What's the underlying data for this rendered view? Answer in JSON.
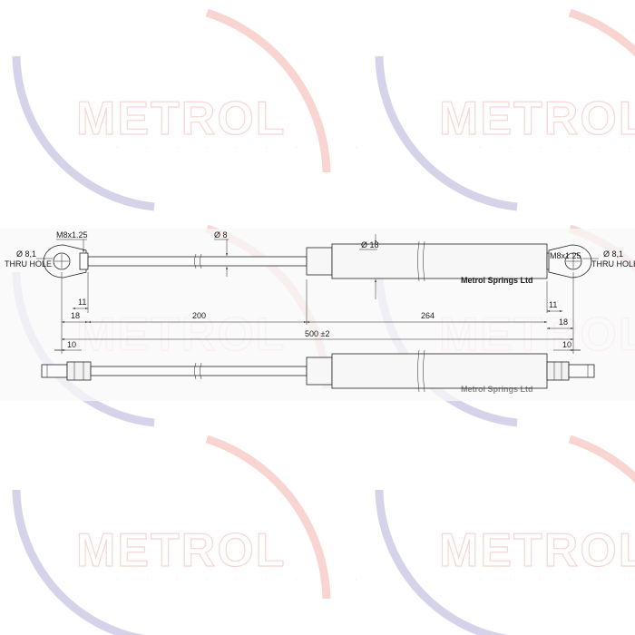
{
  "watermark": {
    "brand": "METROL",
    "arc_colors": {
      "blue": "#b9b6da",
      "red": "#f3b2ac"
    }
  },
  "drawing": {
    "band_color": "#f8f8f8",
    "left_end": {
      "hole_label": "Ø 8,1",
      "hole_note": "THRU HOLE",
      "thread": "M8x1.25"
    },
    "right_end": {
      "hole_label": "Ø 8,1",
      "hole_note": "THRU HOLE",
      "thread": "M8x1.25"
    },
    "rod_diameter": "Ø 8",
    "body_diameter": "Ø 18",
    "body_label": "Metrol Springs Ltd",
    "dimensions": {
      "left_11": "11",
      "left_18": "18",
      "stroke_200": "200",
      "body_264": "264",
      "right_11": "11",
      "right_18": "18",
      "overall": "500 ±2",
      "left_10": "10",
      "right_10": "10"
    }
  }
}
